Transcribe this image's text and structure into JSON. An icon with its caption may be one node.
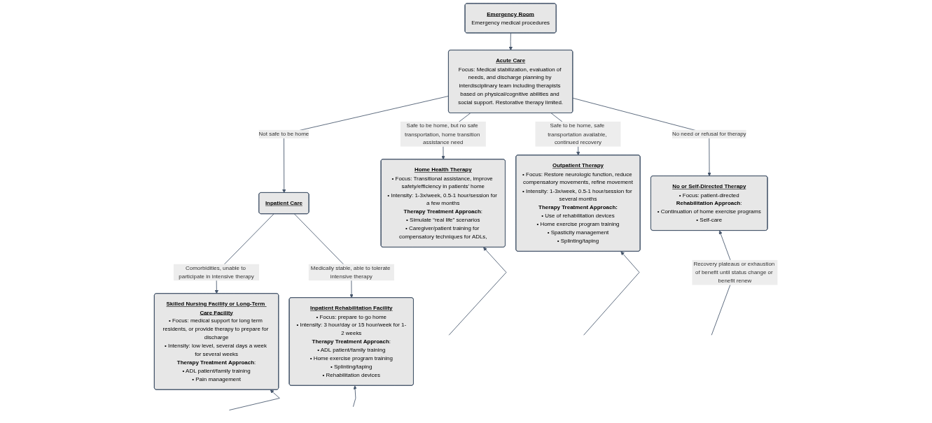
{
  "diagram": {
    "nodes": [
      {
        "text": [
          "Emergency Room",
          "Emergency medical procedures"
        ]
      },
      {
        "text": [
          "Acute Care",
          "Focus: Medical stabilization, evaluation of needs, and discharge planning by interdisciplinary team including therapists based on physical/cognitive abilities and social support. Restorative therapy limited."
        ]
      },
      {
        "text": [
          "Inpatient Care"
        ]
      },
      {
        "text": [
          "Skilled Nursing Facility or Long-Term Care Facility",
          "• Focus: medical support for long term residents, or provide therapy to prepare for discharge",
          "• Intensity: low level, several days a week for several weeks",
          "**Therapy Treatment Approach**:",
          "• ADL patient/family training",
          "• Pain management"
        ]
      },
      {
        "text": [
          "Inpatient Rehabilitation Facility",
          "• Focus: prepare to go home",
          "• Intensity: 3 hour/day or 15 hour/week for 1-2 weeks",
          "**Therapy Treatment Approach**:",
          "• ADL patient/family training",
          "• Home exercise program training",
          "• Splinting/taping",
          "• Rehabilitation devices"
        ]
      },
      {
        "text": [
          "Home Health Therapy",
          "• Focus: Transitional assistance, improve safety/efficiency in patients’ home",
          "• Intensity: 1-3x/week, 0.5-1 hour/session for a few months",
          "**Therapy Treatment Approach**:",
          "• Simulate “real life” scenarios",
          "• Caregiver/patient training for compensatory techniques for ADLs,"
        ]
      },
      {
        "text": [
          "Outpatient Therapy",
          "• Focus: Restore neurologic function, reduce compensatory movements, refine movement",
          "• Intensity: 1-3x/week, 0.5-1 hour/session for several months",
          "**Therapy Treatment Approach:**",
          "• Use of rehabilitation devices",
          "• Home exercise program training",
          "• Spasticity management",
          "• Splinting/taping"
        ]
      },
      {
        "text": [
          "No or Self-Directed Therapy",
          "• Focus: patient-directed",
          "**Rehabilitation Approach**:",
          "• Continuation of home exercise programs",
          "• Self-care"
        ]
      }
    ],
    "edges": [
      {
        "from": 0,
        "to": 1,
        "arrow": "to"
      },
      {
        "from": 1,
        "to": 2,
        "arrow": "to",
        "label": "Not safe to be home"
      },
      {
        "from": 1,
        "to": 5,
        "arrow": "to",
        "label": "Safe to be home, but no safe transportation, home transition assistance need"
      },
      {
        "from": 1,
        "to": 6,
        "arrow": "to",
        "label": "Safe to be home, safe transportation available, continued recovery"
      },
      {
        "from": 1,
        "to": 7,
        "arrow": "to",
        "label": "No need or refusal for therapy"
      },
      {
        "from": 2,
        "to": 3,
        "arrow": "to",
        "label": "Comorbidities, unable to participate in intensive therapy"
      },
      {
        "from": 2,
        "to": 4,
        "arrow": "to",
        "label": "Medically stable, able to tolerate intensive therapy"
      },
      {
        "from": null,
        "to": 3,
        "arrow": "to"
      },
      {
        "from": null,
        "to": 4,
        "arrow": "to"
      },
      {
        "from": null,
        "to": 5,
        "arrow": "to"
      },
      {
        "from": null,
        "to": 6,
        "arrow": "to"
      },
      {
        "from": null,
        "to": 7,
        "arrow": "to",
        "label": "Recovery plateaus or exhaustion of benefit until status change or benefit renew"
      }
    ]
  }
}
